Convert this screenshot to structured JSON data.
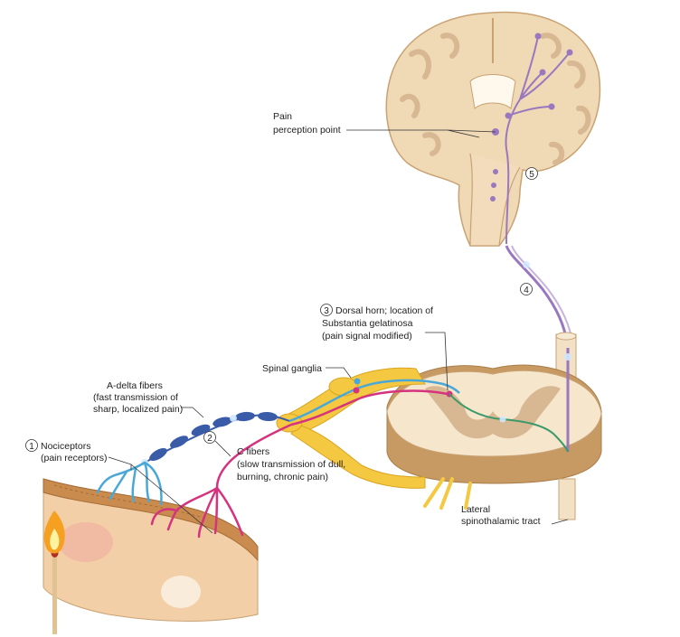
{
  "labels": {
    "pain_perception": [
      "Pain",
      "perception point"
    ],
    "dorsal_horn": [
      "Dorsal horn; location of",
      "Substantia gelatinosa",
      "(pain signal modified)"
    ],
    "spinal_ganglia": "Spinal ganglia",
    "a_delta": [
      "A-delta fibers",
      "(fast transmission of",
      "sharp, localized pain)"
    ],
    "c_fibers": [
      "C fibers",
      "(slow transmission of dull,",
      "burning, chronic pain)"
    ],
    "nociceptors": [
      "Nociceptors",
      "(pain receptors)"
    ],
    "lateral_tract": [
      "Lateral",
      "spinothalamic tract"
    ]
  },
  "step_numbers": [
    "1",
    "2",
    "3",
    "4",
    "5"
  ],
  "colors": {
    "brain_tissue": "#f0d9b5",
    "brain_outline": "#c9a274",
    "gray_matter": "#d8b892",
    "skin_surface": "#c98b4e",
    "skin_tissue": "#f2cfa6",
    "ganglia_yellow": "#f5c842",
    "c_fiber_pink": "#d6337e",
    "a_delta_blue": "#3a5ca8",
    "receptor_blue": "#4aa8d8",
    "tract_purple": "#9a78c0",
    "green_fiber": "#3a9a6a",
    "flame": "#f5a020"
  }
}
